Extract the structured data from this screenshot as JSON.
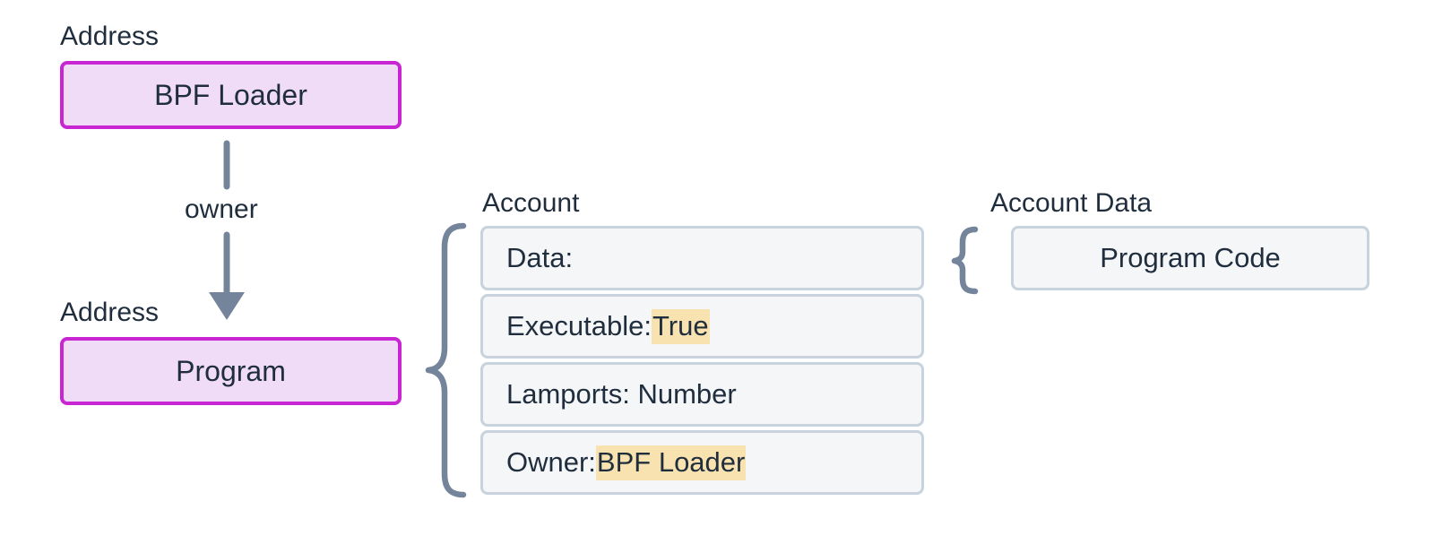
{
  "diagram": {
    "title_hidden": "",
    "colors": {
      "purple_border": "#c926d3",
      "purple_fill": "#f0dcf6",
      "box_fill": "#f4f6f8",
      "box_border": "#c8d3de",
      "highlight": "#f8e3b0",
      "connector": "#74849a",
      "text": "#1f2d3d",
      "background": "#ffffff"
    },
    "owner_box": {
      "caption": "Address",
      "label": "BPF Loader"
    },
    "program_box": {
      "caption": "Address",
      "label": "Program"
    },
    "edge": {
      "label": "owner",
      "from": "BPF Loader",
      "to": "Program"
    },
    "account": {
      "caption": "Account",
      "rows": [
        {
          "key": "Data:",
          "value": "",
          "highlight": false
        },
        {
          "key": "Executable:",
          "value": "True",
          "highlight": true
        },
        {
          "key": "Lamports: Number",
          "value": "",
          "highlight": false
        },
        {
          "key": "Owner:",
          "value": "BPF Loader",
          "highlight": true
        }
      ]
    },
    "account_data": {
      "caption": "Account Data",
      "label": "Program Code"
    }
  }
}
